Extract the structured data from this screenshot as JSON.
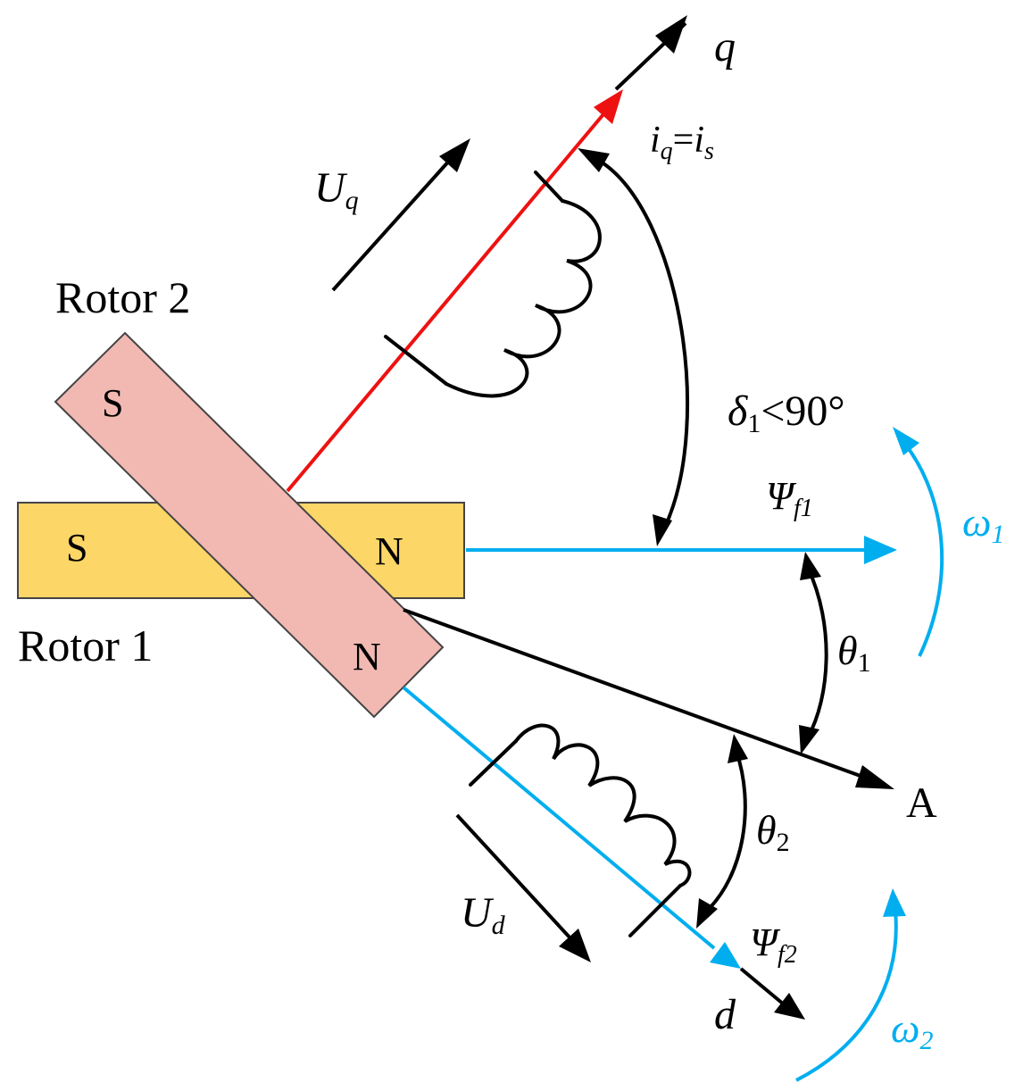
{
  "colors": {
    "red": "#EE1111",
    "blue": "#00AEEF",
    "black": "#000000",
    "rotor1_fill": "#FCD667",
    "rotor2_fill": "#F2B9B3"
  },
  "rotor1": {
    "label": "Rotor 1",
    "pole_s": "S",
    "pole_n": "N"
  },
  "rotor2": {
    "label": "Rotor 2",
    "pole_s": "S",
    "pole_n": "N"
  },
  "axes": {
    "q": "q",
    "d": "d",
    "a": "A"
  },
  "current": {
    "i_q": "i",
    "q_sub": "q",
    "equals": "=",
    "i_s": "i",
    "s_sub": "s"
  },
  "voltage": {
    "U_q": "U",
    "q_sub": "q",
    "U_d": "U",
    "d_sub": "d"
  },
  "flux": {
    "psi": "Ψ",
    "f1_sub": "f1",
    "f2_sub": "f2"
  },
  "angles": {
    "delta": "δ",
    "delta_sub": "1",
    "delta_cond": "<90°",
    "theta": "θ",
    "theta1_sub": "1",
    "theta2_sub": "2"
  },
  "speeds": {
    "omega": "ω",
    "omega1_sub": "1",
    "omega2_sub": "2"
  }
}
